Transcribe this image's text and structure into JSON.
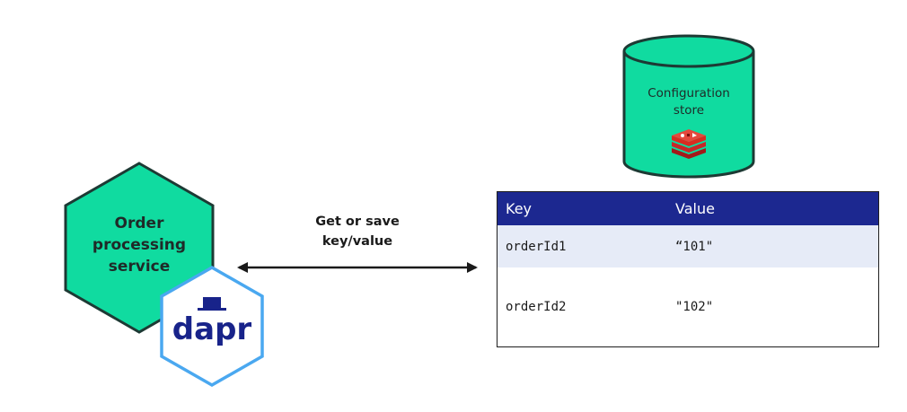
{
  "service": {
    "title_lines": [
      "Order",
      "processing",
      "service"
    ],
    "color": "#10dba0"
  },
  "sidecar": {
    "logo_text": "dapr",
    "border_color": "#4aa8f0",
    "text_color": "#18238a"
  },
  "arrow": {
    "label_lines": [
      "Get or save",
      "key/value"
    ]
  },
  "store": {
    "label_lines": [
      "Configuration",
      "store"
    ],
    "color": "#10dba0",
    "icon": "redis-icon"
  },
  "table": {
    "header_color": "#1c2890",
    "headers": {
      "key": "Key",
      "value": "Value"
    },
    "rows": [
      {
        "key": "orderId1",
        "value": "“101\""
      },
      {
        "key": "orderId2",
        "value": "\"102\""
      }
    ]
  }
}
